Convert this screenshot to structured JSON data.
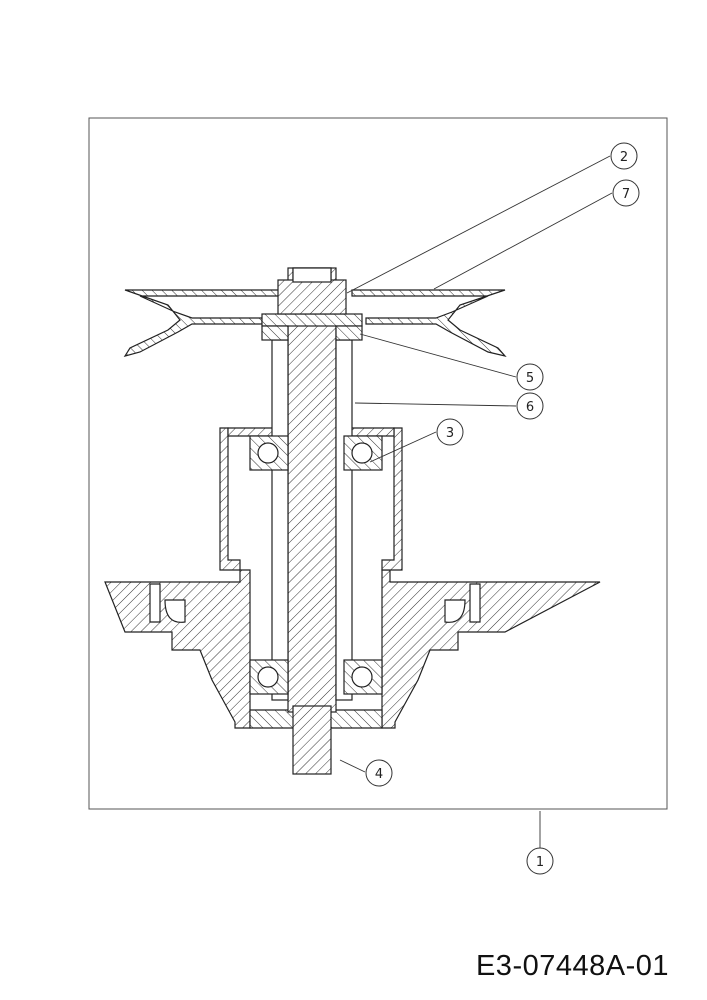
{
  "drawing_code": "E3-07448A-01",
  "callouts": [
    {
      "id": "callout-2",
      "label": "2"
    },
    {
      "id": "callout-7",
      "label": "7"
    },
    {
      "id": "callout-5",
      "label": "5"
    },
    {
      "id": "callout-6",
      "label": "6"
    },
    {
      "id": "callout-3",
      "label": "3"
    },
    {
      "id": "callout-4",
      "label": "4"
    },
    {
      "id": "callout-1",
      "label": "1"
    }
  ]
}
